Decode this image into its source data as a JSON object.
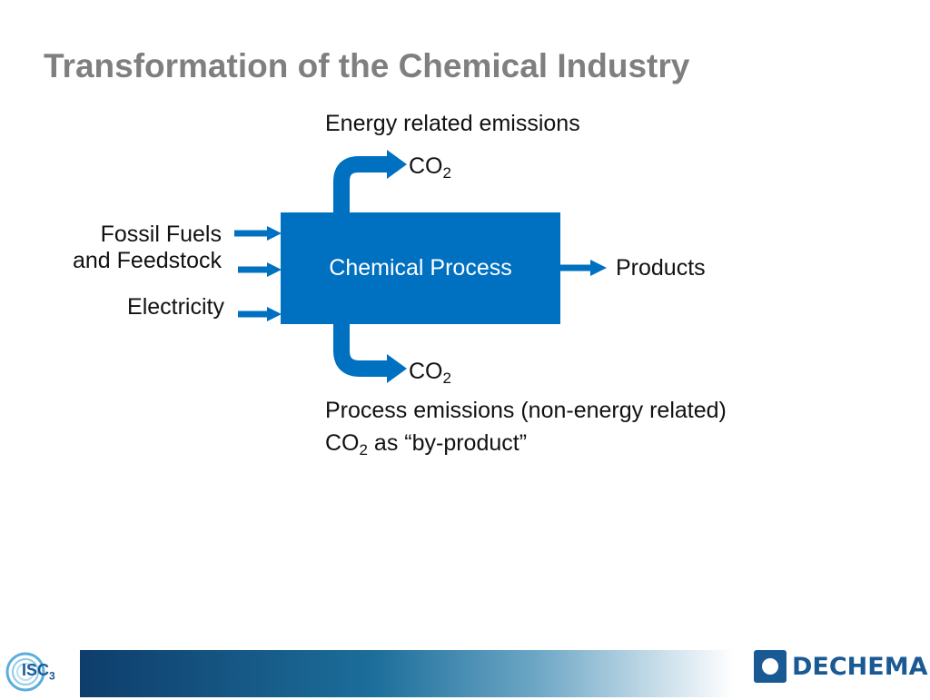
{
  "title": "Transformation of the Chemical Industry",
  "diagram": {
    "process_label": "Chemical Process",
    "energy_emissions_label": "Energy related emissions",
    "co2_top": {
      "main": "CO",
      "sub": "2"
    },
    "co2_bottom": {
      "main": "CO",
      "sub": "2"
    },
    "inputs": {
      "fossil_line1": "Fossil Fuels",
      "fossil_line2": "and Feedstock",
      "electricity": "Electricity"
    },
    "output_label": "Products",
    "process_emissions_label": "Process emissions (non-energy related)",
    "byproduct": {
      "main": "CO",
      "sub": "2",
      "rest": " as “by-product”"
    }
  },
  "footer": {
    "left_logo_text": "ISC",
    "left_logo_sub": "3",
    "right_logo_text": "DECHEMA"
  },
  "colors": {
    "arrow_blue": "#0070c0",
    "title_gray": "#7f7f7f",
    "footer_dark": "#0e3d6b"
  }
}
